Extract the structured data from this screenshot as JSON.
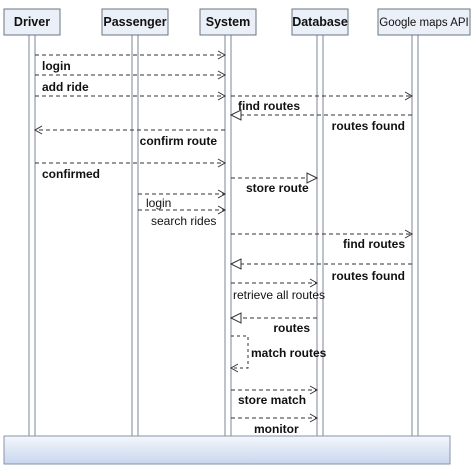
{
  "diagram": {
    "participants": [
      {
        "id": "driver",
        "label": "Driver"
      },
      {
        "id": "passenger",
        "label": "Passenger"
      },
      {
        "id": "system",
        "label": "System"
      },
      {
        "id": "database",
        "label": "Database"
      },
      {
        "id": "maps",
        "label": "Google maps API"
      }
    ],
    "messages": [
      {
        "from": "driver",
        "to": "system",
        "label": "",
        "label_weight": "bold",
        "arrowhead": "open"
      },
      {
        "from": "driver",
        "to": "system",
        "label": "login",
        "label_weight": "bold",
        "arrowhead": "open"
      },
      {
        "from": "driver",
        "to": "system",
        "label": "add ride",
        "label_weight": "bold",
        "arrowhead": "open"
      },
      {
        "from": "system",
        "to": "maps",
        "label": "find routes",
        "label_weight": "bold",
        "arrowhead": "open"
      },
      {
        "from": "maps",
        "to": "system",
        "label": "routes found",
        "label_weight": "bold",
        "arrowhead": "hollow"
      },
      {
        "from": "system",
        "to": "driver",
        "label": "confirm route",
        "label_weight": "bold",
        "arrowhead": "open"
      },
      {
        "from": "driver",
        "to": "system",
        "label": "confirmed",
        "label_weight": "bold",
        "arrowhead": "open"
      },
      {
        "from": "system",
        "to": "database",
        "label": "store route",
        "label_weight": "bold",
        "arrowhead": "hollow"
      },
      {
        "from": "passenger",
        "to": "system",
        "label": "login",
        "label_weight": "normal",
        "arrowhead": "open"
      },
      {
        "from": "passenger",
        "to": "system",
        "label": "search rides",
        "label_weight": "normal",
        "arrowhead": "open"
      },
      {
        "from": "system",
        "to": "maps",
        "label": "find routes",
        "label_weight": "bold",
        "arrowhead": "open"
      },
      {
        "from": "maps",
        "to": "system",
        "label": "routes found",
        "label_weight": "bold",
        "arrowhead": "hollow"
      },
      {
        "from": "system",
        "to": "database",
        "label": "retrieve all routes",
        "label_weight": "normal",
        "arrowhead": "open"
      },
      {
        "from": "database",
        "to": "system",
        "label": "routes",
        "label_weight": "bold",
        "arrowhead": "hollow"
      },
      {
        "from": "system",
        "to": "system",
        "label": "match routes",
        "label_weight": "bold",
        "arrowhead": "open"
      },
      {
        "from": "system",
        "to": "database",
        "label": "store match",
        "label_weight": "bold",
        "arrowhead": "open"
      },
      {
        "from": "system",
        "to": "database",
        "label": "monitor",
        "label_weight": "bold",
        "arrowhead": "open"
      }
    ],
    "colors": {
      "header_fill": "#ebeff7",
      "header_stroke": "#6a7486",
      "lifeline": "#7c8696",
      "arrow": "#333333",
      "footer_top": "#f4f7fc",
      "footer_bottom": "#c8d6ee",
      "footer_stroke": "#8a94a8"
    }
  }
}
